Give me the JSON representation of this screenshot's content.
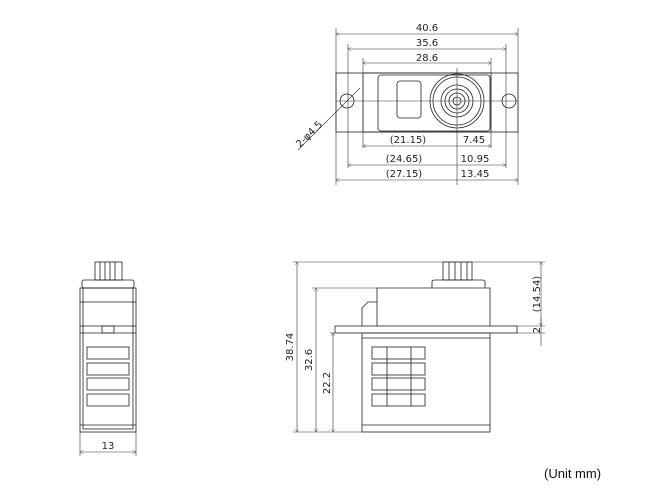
{
  "top_view": {
    "dims": {
      "overall": "40.6",
      "mount": "35.6",
      "body": "28.6",
      "d1_left": "(21.15)",
      "d1_right": "7.45",
      "d2_left": "(24.65)",
      "d2_right": "10.95",
      "d3_left": "(27.15)",
      "d3_right": "13.45",
      "hole": "2-φ4.5"
    }
  },
  "side_view": {
    "dims": {
      "total_height": "38.74",
      "body_height": "32.6",
      "flange_height": "22.2",
      "upper": "(14.54)",
      "flange_thickness": "2"
    }
  },
  "front_view": {
    "dims": {
      "width": "13"
    }
  },
  "unit_label": "(Unit mm)"
}
